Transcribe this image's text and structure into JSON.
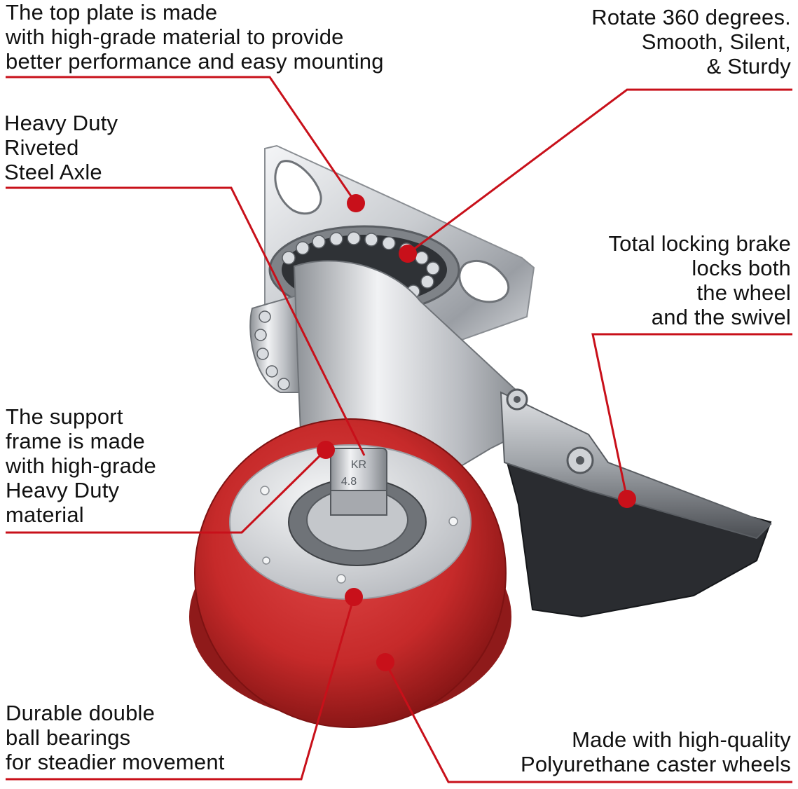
{
  "colors": {
    "callout": "#c8101a",
    "wheel": "#c62a2a",
    "metal": "#c9ccd0",
    "text": "#111111",
    "background": "#ffffff"
  },
  "labels": {
    "top_plate": [
      "The top plate is made",
      "with high-grade material to provide",
      "better performance and easy mounting"
    ],
    "rotate": [
      "Rotate 360 degrees.",
      "Smooth, Silent,",
      "& Sturdy"
    ],
    "axle": [
      "Heavy Duty",
      "Riveted",
      "Steel Axle"
    ],
    "brake": [
      "Total locking brake",
      "locks both",
      "the wheel",
      "and the swivel"
    ],
    "frame": [
      "The support",
      "frame is made",
      "with high-grade",
      "Heavy Duty",
      "material"
    ],
    "bearings": [
      "Durable double",
      "ball bearings",
      "for steadier movement"
    ],
    "wheels": [
      "Made with high-quality",
      "Polyurethane caster wheels"
    ]
  },
  "bolt_marks": [
    "KR",
    "4.8"
  ]
}
